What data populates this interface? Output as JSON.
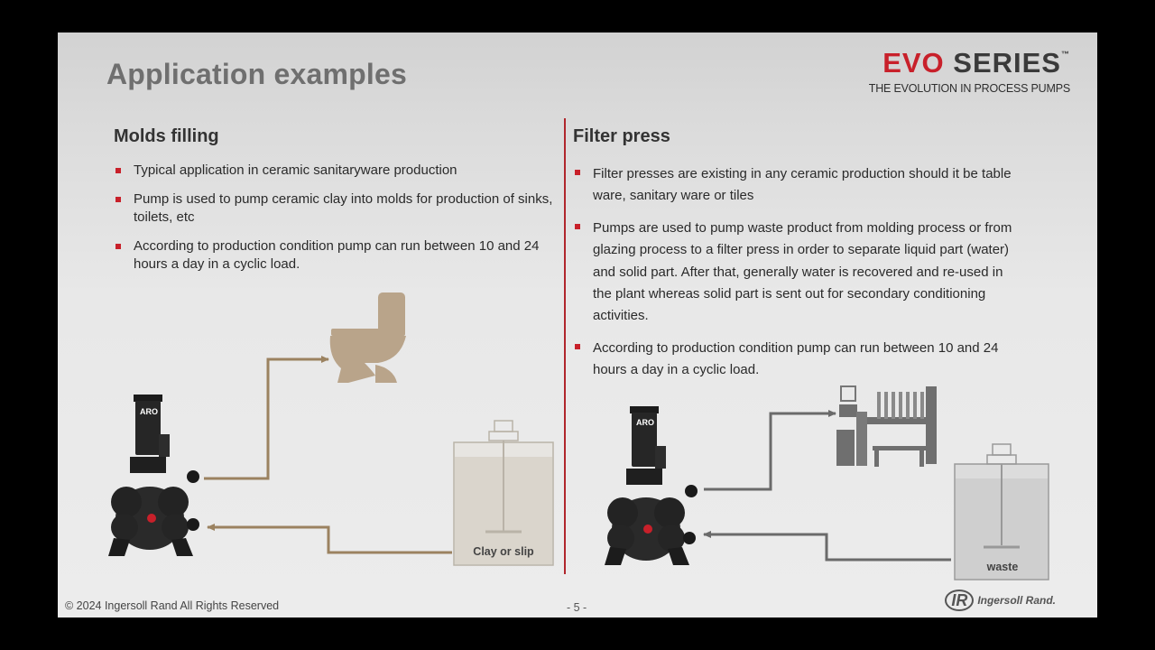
{
  "title": "Application examples",
  "logo": {
    "evo": "EVO",
    "series": "SERIES",
    "tm": "™",
    "tagline": "THE EVOLUTION IN PROCESS PUMPS"
  },
  "left": {
    "heading": "Molds filling",
    "bullets": [
      "Typical application in ceramic sanitaryware production",
      "Pump is used to pump ceramic clay into molds for production of sinks, toilets, etc",
      "According to production condition pump can run between 10 and 24 hours a day in a cyclic load."
    ],
    "tank_label": "Clay or slip",
    "pump_brand": "ARO"
  },
  "right": {
    "heading": "Filter press",
    "bullets": [
      "Filter presses are existing in any ceramic production should  it be table ware, sanitary ware or tiles",
      "Pumps are used to pump waste product from molding process or from glazing process to a filter press in order to separate liquid part (water) and solid part. After that, generally water is recovered and re-used in the plant whereas solid part is sent out for secondary conditioning activities.",
      "According to production condition pump can run between 10 and 24 hours a day in a cyclic load."
    ],
    "tank_label": "waste",
    "pump_brand": "ARO"
  },
  "footer": {
    "copyright": "© 2024 Ingersoll Rand All Rights Reserved",
    "page": "- 5 -",
    "brand_mark": "IR",
    "brand_name": "Ingersoll Rand."
  },
  "colors": {
    "accent_red": "#c8202a",
    "left_arrows": "#9b8260",
    "right_arrows": "#6a6a6a",
    "toilet": "#b9a48a"
  }
}
